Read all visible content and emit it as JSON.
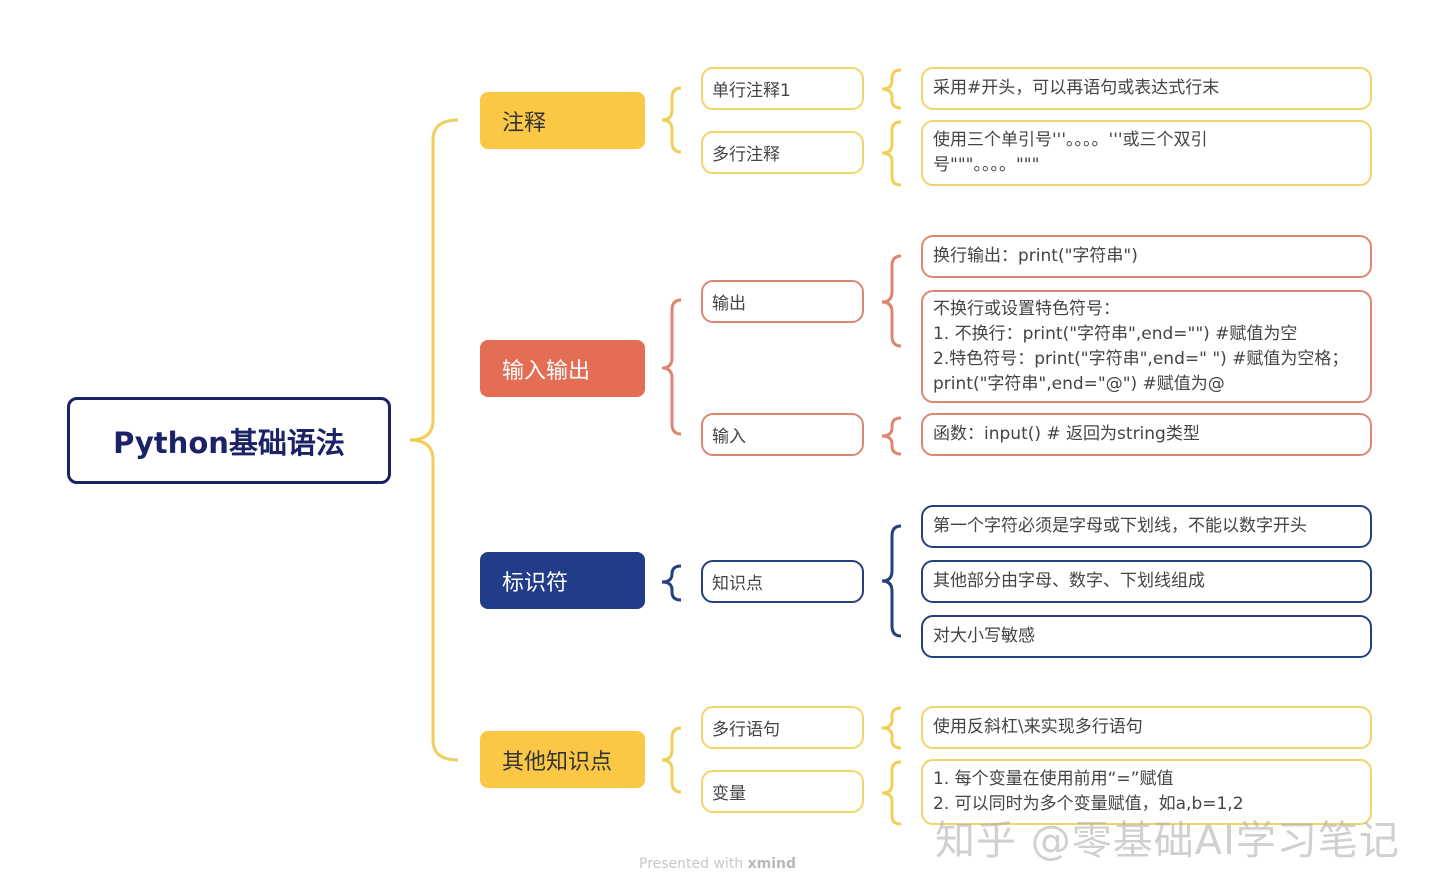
{
  "root": "Python基础语法",
  "colors": {
    "yellow": "#fbc846",
    "red": "#e36d55",
    "navy": "#213c88",
    "root_border": "#1c2266"
  },
  "topics": [
    {
      "label": "注释",
      "subs": [
        {
          "label": "单行注释1",
          "details": [
            "采用#开头，可以再语句或表达式行末"
          ]
        },
        {
          "label": "多行注释",
          "details": [
            "使用三个单引号'''。。。。'''或三个双引\n号\"\"\"。。。。\"\"\""
          ]
        }
      ]
    },
    {
      "label": "输入输出",
      "subs": [
        {
          "label": "输出",
          "details": [
            "换行输出：print(\"字符串\")",
            "不换行或设置特色符号：\n1. 不换行：print(\"字符串\",end=\"\") #赋值为空\n2.特色符号：print(\"字符串\",end=\" \") #赋值为空格；\nprint(\"字符串\",end=\"@\") #赋值为@"
          ]
        },
        {
          "label": "输入",
          "details": [
            "函数：input() # 返回为string类型"
          ]
        }
      ]
    },
    {
      "label": "标识符",
      "subs": [
        {
          "label": "知识点",
          "details": [
            "第一个字符必须是字母或下划线，不能以数字开头",
            "其他部分由字母、数字、下划线组成",
            "对大小写敏感"
          ]
        }
      ]
    },
    {
      "label": "其他知识点",
      "subs": [
        {
          "label": "多行语句",
          "details": [
            "使用反斜杠\\来实现多行语句"
          ]
        },
        {
          "label": "变量",
          "details": [
            "1. 每个变量在使用前用“=”赋值\n2. 可以同时为多个变量赋值，如a,b=1,2"
          ]
        }
      ]
    }
  ],
  "footer": {
    "prefix": "Presented with ",
    "brand": "xmind"
  },
  "watermark": "知乎 @零基础AI学习笔记"
}
